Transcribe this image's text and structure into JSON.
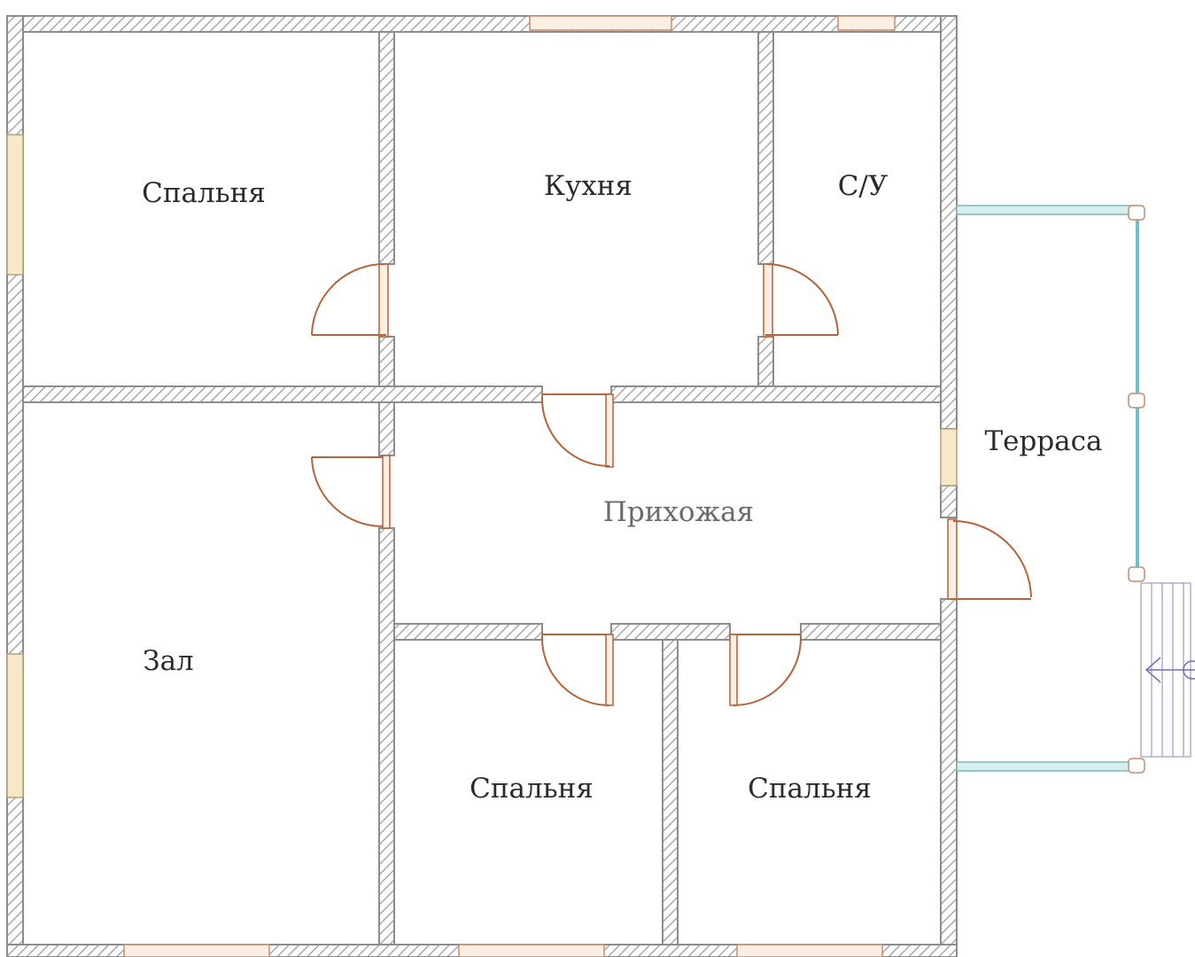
{
  "rooms": {
    "bedroom_top_left": "Спальня",
    "kitchen": "Кухня",
    "bathroom": "С/У",
    "terrace": "Терраса",
    "hallway": "Прихожая",
    "living_room": "Зал",
    "bedroom_bottom_middle": "Спальня",
    "bedroom_bottom_right": "Спальня"
  },
  "colors": {
    "wall_outline": "#8d8d8d",
    "door": "#b5643b",
    "terrace_glazing": "#6fc2c4",
    "stairs": "#9c9cc7"
  }
}
